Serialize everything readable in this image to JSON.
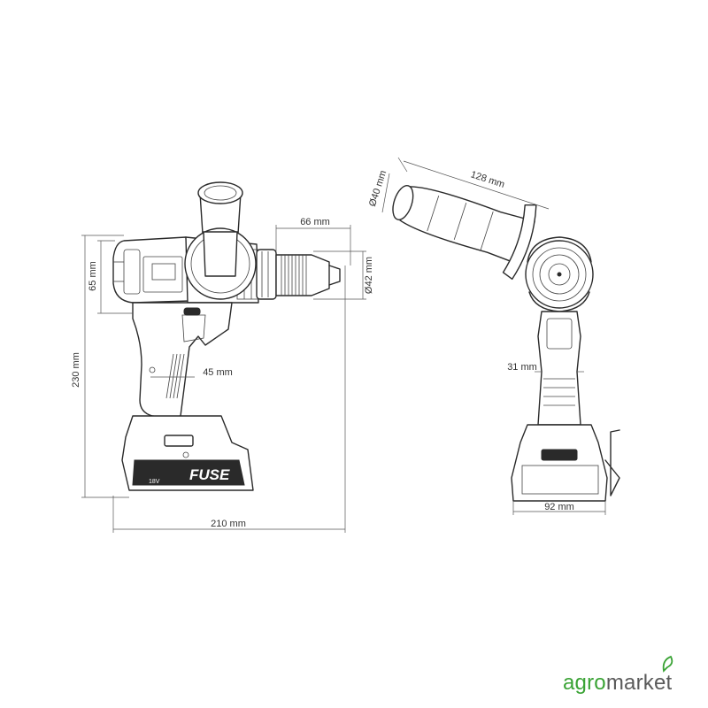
{
  "dimensions": {
    "length_total": "210 mm",
    "height_total": "230 mm",
    "head_height": "65 mm",
    "chuck_length": "66 mm",
    "chuck_diameter": "Ø42 mm",
    "grip_width_side": "45 mm",
    "handle_length": "128 mm",
    "handle_diameter": "Ø40 mm",
    "grip_width_front": "31 mm",
    "base_width": "92 mm"
  },
  "product_marks": {
    "brand": "FUSE",
    "voltage": "18V"
  },
  "logo": {
    "part1": "agro",
    "part2": "market",
    "accent_color": "#3aa335",
    "text_color": "#5a5a5a"
  }
}
